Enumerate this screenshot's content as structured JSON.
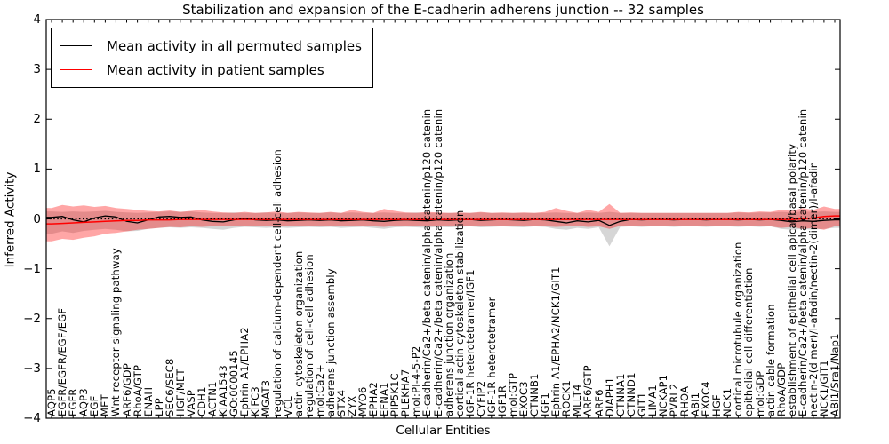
{
  "title": "Stabilization and expansion of the E-cadherin adherens junction -- 32 samples",
  "axes": {
    "x_label": "Cellular Entities",
    "y_label": "Inferred Activity",
    "y_ticks": [
      {
        "v": 4,
        "label": "4"
      },
      {
        "v": 3,
        "label": "3"
      },
      {
        "v": 2,
        "label": "2"
      },
      {
        "v": 1,
        "label": "1"
      },
      {
        "v": 0,
        "label": "0"
      },
      {
        "v": -1,
        "label": "-1"
      },
      {
        "v": -2,
        "label": "-2"
      },
      {
        "v": -3,
        "label": "-3"
      },
      {
        "v": -4,
        "label": "-4"
      }
    ]
  },
  "legend": {
    "items": [
      {
        "label": "Mean activity in all permuted samples",
        "color": "#000000"
      },
      {
        "label": "Mean activity in patient samples",
        "color": "#ff0000"
      }
    ]
  },
  "colors": {
    "permuted_line": "#000000",
    "patient_line": "#ff0000",
    "permuted_band": "rgba(120,120,120,0.30)",
    "patient_band": "rgba(255,0,0,0.35)",
    "zero_line": "#000000"
  },
  "chart_data": {
    "type": "line",
    "title": "Stabilization and expansion of the E-cadherin adherens junction -- 32 samples",
    "xlabel": "Cellular Entities",
    "ylabel": "Inferred Activity",
    "ylim": [
      -4,
      4
    ],
    "grid": false,
    "legend_position": "upper left",
    "zero_reference_line": true,
    "categories": [
      "AQP5",
      "EGFR/EGFR/EGF/EGF",
      "EGFR",
      "AQP3",
      "EGF",
      "MET",
      "Wnt receptor signaling pathway",
      "ARF6/GDP",
      "RhoA/GTP",
      "ENAH",
      "LPP",
      "SEC6/SEC8",
      "HGF/MET",
      "VASP",
      "CDH1",
      "ACTN1",
      "KIAA1543",
      "GO:0000145",
      "Ephrin A1/EPHA2",
      "KIFC3",
      "MGAT3",
      "regulation of calcium-dependent cell-cell adhesion",
      "VCL",
      "actin cytoskeleton organization",
      "regulation of cell-cell adhesion",
      "mol:Ca2+",
      "adherens junction assembly",
      "STX4",
      "ZYX",
      "MYO6",
      "EPHA2",
      "EFNA1",
      "PIP5K1C",
      "PLEKHA7",
      "mol:PI-4-5-P2",
      "E-cadherin/Ca2+/beta catenin/alpha catenin/p120 catenin",
      "E-cadherin/Ca2+/beta catenin/alpha catenin/p120 catenin",
      "adherens junction organization",
      "cortical actin cytoskeleton stabilization",
      "IGF-1R heterotetramer/IGF1",
      "CYFIP2",
      "IGF-1R heterotetramer",
      "IGF1R",
      "mol:GTP",
      "EXOC3",
      "CTNNB1",
      "IGF1",
      "Ephrin A1/EPHA2/NCK1/GIT1",
      "ROCK1",
      "MLLT4",
      "ARF6/GTP",
      "ARF6",
      "DIAPH1",
      "CTNNA1",
      "CTNND1",
      "GIT1",
      "LIMA1",
      "NCKAP1",
      "PVRL2",
      "RHOA",
      "ABI1",
      "EXOC4",
      "HGF",
      "NCK1",
      "cortical microtubule organization",
      "epithelial cell differentiation",
      "mol:GDP",
      "actin cable formation",
      "RhoA/GDP",
      "establishment of epithelial cell apical/basal polarity",
      "E-cadherin/Ca2+/beta catenin/alpha catenin/p120 catenin",
      "nectin-2(dimer)/l-afadin/nectin-2(dimer)/l-afadin",
      "NCK1/GIT1",
      "ABI1/Sra1/Nap1"
    ],
    "series": [
      {
        "name": "Mean activity in all permuted samples",
        "color": "#000000",
        "values": [
          0.03,
          0.05,
          -0.02,
          -0.06,
          0.02,
          0.06,
          0.04,
          -0.05,
          -0.08,
          -0.02,
          0.04,
          0.05,
          0.03,
          0.04,
          -0.02,
          -0.05,
          -0.06,
          -0.02,
          0.01,
          -0.02,
          -0.03,
          -0.02,
          -0.04,
          -0.03,
          -0.02,
          -0.03,
          -0.02,
          -0.04,
          -0.03,
          -0.02,
          -0.04,
          -0.05,
          -0.03,
          -0.02,
          -0.03,
          -0.04,
          -0.02,
          -0.03,
          -0.02,
          -0.01,
          -0.03,
          -0.02,
          -0.01,
          -0.02,
          -0.03,
          -0.01,
          -0.02,
          -0.05,
          -0.08,
          -0.04,
          -0.06,
          -0.03,
          -0.13,
          -0.05,
          -0.01,
          -0.02,
          -0.01,
          -0.01,
          -0.02,
          -0.01,
          -0.01,
          -0.02,
          -0.01,
          -0.01,
          -0.02,
          -0.01,
          -0.02,
          -0.01,
          -0.03,
          -0.06,
          -0.04,
          -0.05,
          -0.03,
          -0.02
        ]
      },
      {
        "name": "Mean activity in patient samples",
        "color": "#ff0000",
        "values": [
          -0.1,
          -0.09,
          -0.08,
          -0.07,
          -0.06,
          -0.05,
          -0.04,
          -0.03,
          -0.03,
          -0.02,
          -0.02,
          -0.02,
          -0.01,
          -0.01,
          -0.01,
          -0.01,
          -0.01,
          -0.01,
          -0.01,
          -0.01,
          -0.01,
          -0.01,
          -0.01,
          -0.01,
          -0.01,
          -0.01,
          -0.01,
          -0.01,
          -0.01,
          -0.01,
          -0.01,
          -0.01,
          -0.01,
          -0.01,
          -0.01,
          -0.01,
          -0.01,
          -0.01,
          -0.01,
          -0.01,
          -0.01,
          -0.01,
          -0.01,
          -0.01,
          -0.01,
          -0.01,
          -0.01,
          -0.01,
          -0.01,
          -0.01,
          -0.01,
          -0.01,
          -0.01,
          -0.01,
          -0.01,
          -0.01,
          -0.01,
          -0.01,
          -0.01,
          -0.01,
          -0.01,
          -0.01,
          -0.01,
          -0.01,
          -0.01,
          -0.01,
          -0.01,
          -0.01,
          -0.01,
          -0.01,
          0.0,
          0.02,
          0.05,
          0.06
        ]
      }
    ],
    "bands": [
      {
        "name": "permuted std band",
        "color": "rgba(120,120,120,0.30)",
        "upper": [
          0.15,
          0.14,
          0.15,
          0.14,
          0.15,
          0.16,
          0.14,
          0.13,
          0.12,
          0.13,
          0.14,
          0.15,
          0.14,
          0.15,
          0.13,
          0.12,
          0.12,
          0.13,
          0.12,
          0.12,
          0.13,
          0.12,
          0.12,
          0.13,
          0.12,
          0.12,
          0.13,
          0.12,
          0.13,
          0.12,
          0.12,
          0.13,
          0.12,
          0.12,
          0.13,
          0.12,
          0.12,
          0.12,
          0.12,
          0.12,
          0.13,
          0.12,
          0.12,
          0.12,
          0.12,
          0.12,
          0.12,
          0.13,
          0.12,
          0.12,
          0.13,
          0.12,
          0.14,
          0.12,
          0.12,
          0.12,
          0.12,
          0.12,
          0.12,
          0.12,
          0.12,
          0.12,
          0.12,
          0.12,
          0.13,
          0.12,
          0.13,
          0.13,
          0.14,
          0.13,
          0.15,
          0.14,
          0.15,
          0.14
        ],
        "lower": [
          -0.3,
          -0.25,
          -0.28,
          -0.24,
          -0.22,
          -0.2,
          -0.22,
          -0.25,
          -0.24,
          -0.2,
          -0.18,
          -0.17,
          -0.18,
          -0.17,
          -0.18,
          -0.2,
          -0.22,
          -0.18,
          -0.16,
          -0.17,
          -0.18,
          -0.17,
          -0.18,
          -0.17,
          -0.16,
          -0.17,
          -0.16,
          -0.18,
          -0.17,
          -0.16,
          -0.18,
          -0.2,
          -0.17,
          -0.16,
          -0.17,
          -0.18,
          -0.16,
          -0.17,
          -0.16,
          -0.15,
          -0.17,
          -0.16,
          -0.15,
          -0.16,
          -0.17,
          -0.15,
          -0.16,
          -0.2,
          -0.22,
          -0.18,
          -0.2,
          -0.17,
          -0.55,
          -0.16,
          -0.15,
          -0.16,
          -0.15,
          -0.15,
          -0.16,
          -0.15,
          -0.15,
          -0.16,
          -0.15,
          -0.15,
          -0.16,
          -0.15,
          -0.16,
          -0.15,
          -0.2,
          -0.22,
          -0.2,
          -0.22,
          -0.2,
          -0.18
        ]
      },
      {
        "name": "patient std band",
        "color": "rgba(255,0,0,0.35)",
        "upper": [
          0.22,
          0.28,
          0.25,
          0.27,
          0.24,
          0.26,
          0.22,
          0.2,
          0.18,
          0.16,
          0.15,
          0.17,
          0.14,
          0.16,
          0.18,
          0.15,
          0.13,
          0.12,
          0.14,
          0.12,
          0.13,
          0.15,
          0.12,
          0.14,
          0.13,
          0.12,
          0.14,
          0.12,
          0.18,
          0.14,
          0.12,
          0.2,
          0.16,
          0.13,
          0.12,
          0.14,
          0.13,
          0.12,
          0.13,
          0.12,
          0.14,
          0.12,
          0.13,
          0.12,
          0.13,
          0.12,
          0.14,
          0.22,
          0.16,
          0.12,
          0.18,
          0.14,
          0.3,
          0.12,
          0.13,
          0.12,
          0.12,
          0.12,
          0.12,
          0.12,
          0.12,
          0.12,
          0.12,
          0.12,
          0.14,
          0.13,
          0.15,
          0.14,
          0.18,
          0.16,
          0.22,
          0.18,
          0.25,
          0.2
        ],
        "lower": [
          -0.45,
          -0.4,
          -0.42,
          -0.38,
          -0.35,
          -0.3,
          -0.28,
          -0.25,
          -0.22,
          -0.2,
          -0.18,
          -0.16,
          -0.17,
          -0.15,
          -0.16,
          -0.15,
          -0.14,
          -0.15,
          -0.14,
          -0.15,
          -0.14,
          -0.15,
          -0.14,
          -0.14,
          -0.15,
          -0.14,
          -0.15,
          -0.14,
          -0.15,
          -0.14,
          -0.15,
          -0.16,
          -0.14,
          -0.15,
          -0.14,
          -0.15,
          -0.14,
          -0.14,
          -0.15,
          -0.14,
          -0.15,
          -0.14,
          -0.15,
          -0.14,
          -0.15,
          -0.14,
          -0.15,
          -0.16,
          -0.15,
          -0.14,
          -0.16,
          -0.15,
          -0.2,
          -0.14,
          -0.15,
          -0.14,
          -0.14,
          -0.14,
          -0.14,
          -0.14,
          -0.14,
          -0.14,
          -0.14,
          -0.14,
          -0.15,
          -0.14,
          -0.15,
          -0.15,
          -0.18,
          -0.16,
          -0.2,
          -0.18,
          -0.22,
          -0.15
        ]
      }
    ]
  }
}
